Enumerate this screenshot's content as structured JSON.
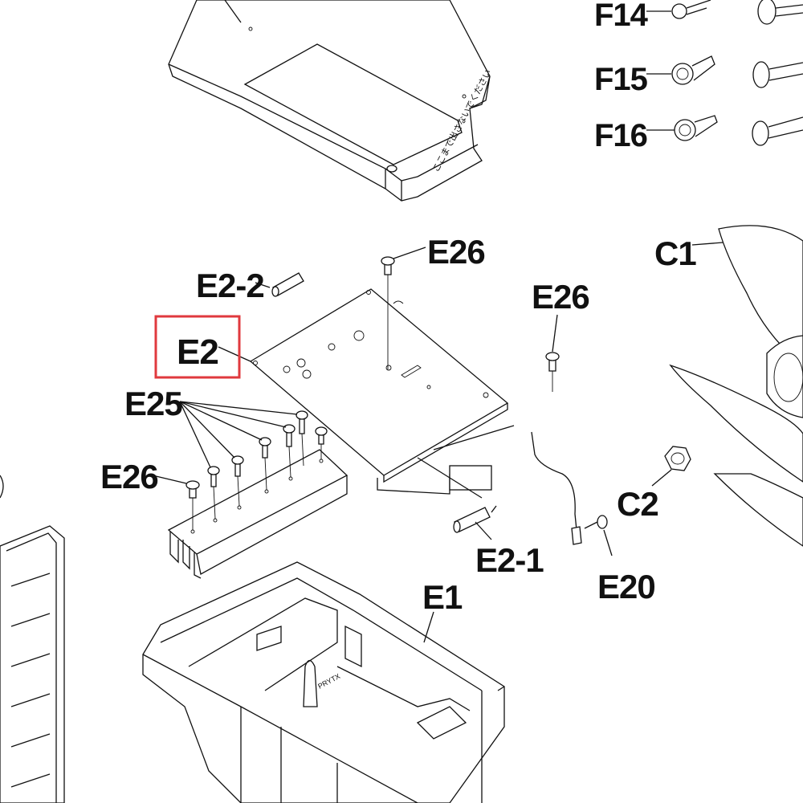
{
  "diagram": {
    "labels": {
      "f14": "F14",
      "f15": "F15",
      "f16": "F16",
      "c1": "C1",
      "c2": "C2",
      "e1": "E1",
      "e2": "E2",
      "e2_1": "E2-1",
      "e2_2": "E2-2",
      "e20": "E20",
      "e25": "E25",
      "e26_a": "E26",
      "e26_b": "E26",
      "e26_c": "E26"
    },
    "cover_note": "ここまで出さないでください",
    "base_stamp": "PRYTX",
    "highlight": {
      "target": "E2",
      "color": "#e0393e"
    }
  }
}
